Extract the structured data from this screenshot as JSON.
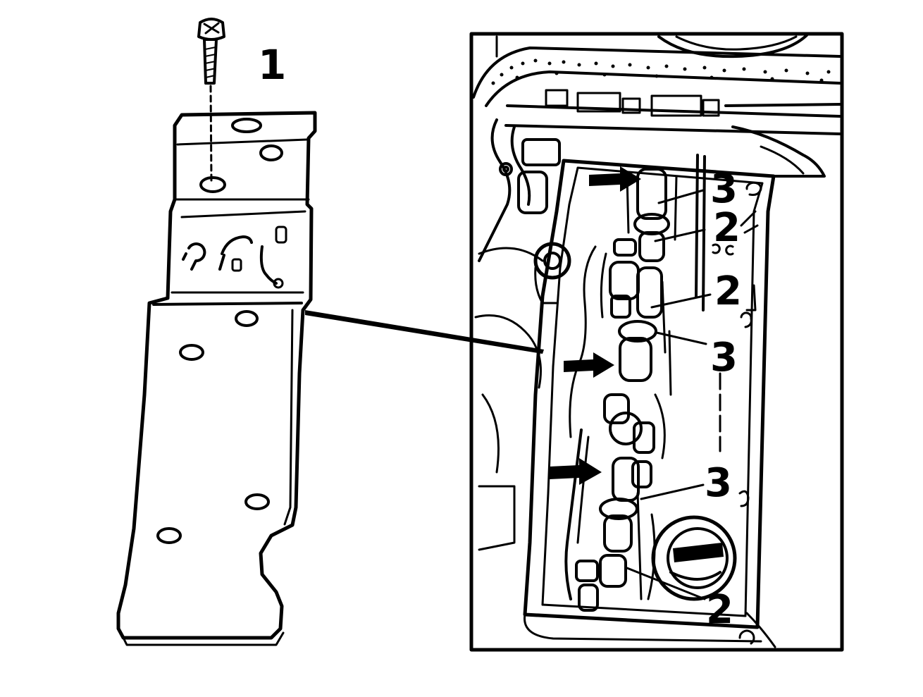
{
  "colors": {
    "ink": "#000000",
    "paper": "#ffffff"
  },
  "callouts": {
    "cover": "1",
    "upper_3": "3",
    "upper_2a": "2",
    "upper_2b": "2",
    "middle_3": "3",
    "lower_3": "3",
    "lower_2": "2"
  },
  "direction_marker": "arrow-right-icon"
}
